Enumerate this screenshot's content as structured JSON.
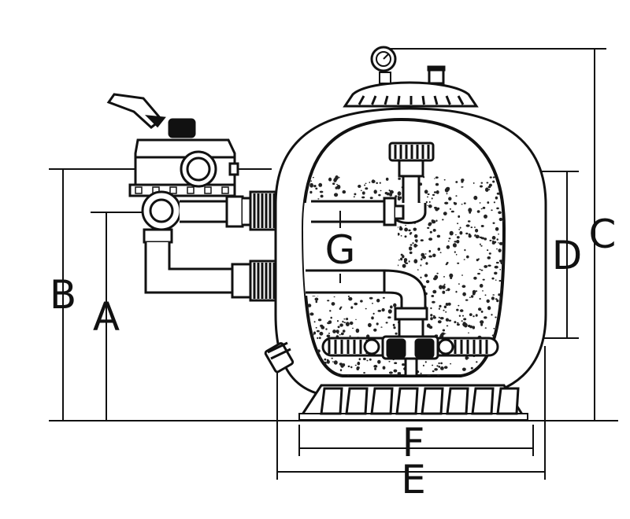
{
  "labels": {
    "a": "A",
    "b": "B",
    "c": "C",
    "d": "D",
    "e": "E",
    "f": "F",
    "g": "G"
  },
  "colors": {
    "line": "#111111",
    "fill": "#ffffff",
    "media": "#222222",
    "background": "#ffffff"
  }
}
